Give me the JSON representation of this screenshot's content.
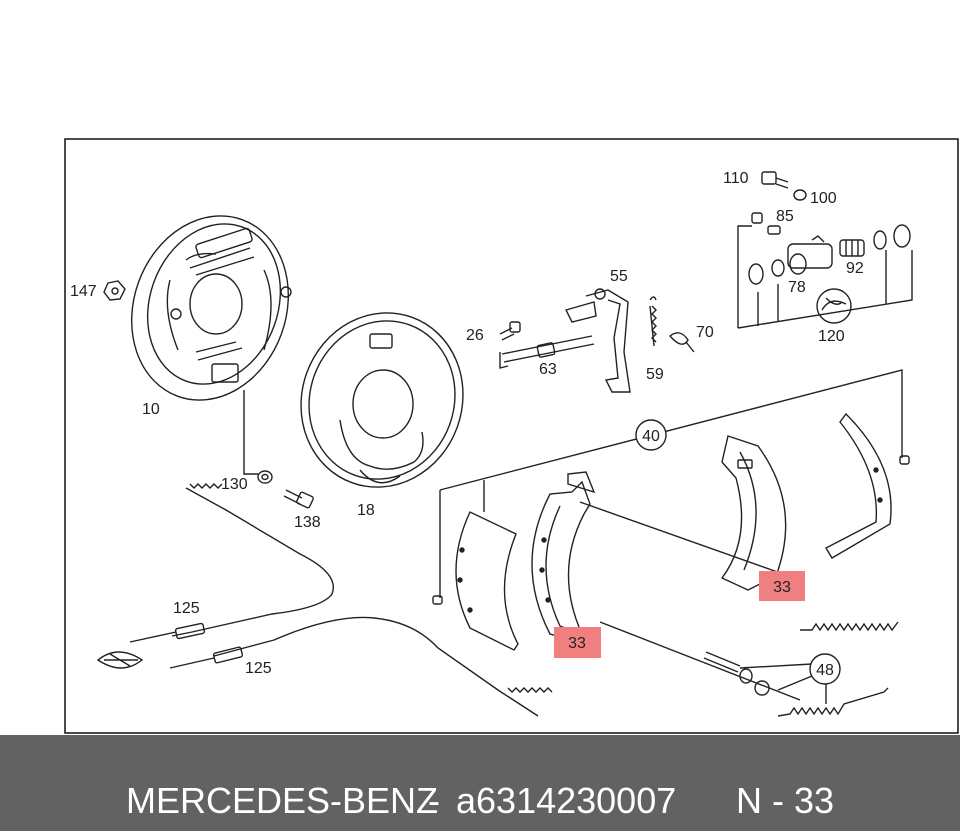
{
  "callouts": {
    "c110": "110",
    "c100": "100",
    "c85": "85",
    "c92": "92",
    "c78": "78",
    "c120": "120",
    "c147": "147",
    "c10": "10",
    "c55": "55",
    "c26": "26",
    "c70": "70",
    "c63": "63",
    "c59": "59",
    "c40": "40",
    "c130": "130",
    "c138": "138",
    "c18": "18",
    "c125a": "125",
    "c125b": "125",
    "c33a": "33",
    "c33b": "33",
    "c48": "48"
  },
  "highlight_color": "#f08080",
  "footer": {
    "brand": "MERCEDES-BENZ",
    "separator": "-",
    "part_number": "a6314230007",
    "position": "N - 33"
  }
}
